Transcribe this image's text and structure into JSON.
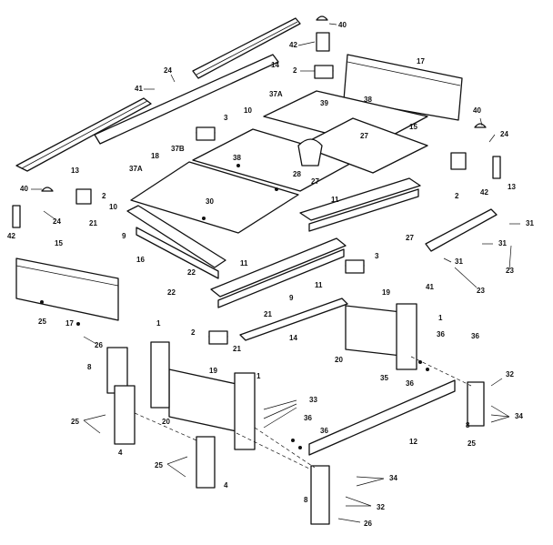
{
  "colors": {
    "line": "#111111",
    "background": "#ffffff"
  },
  "labels": {
    "l40a": "40",
    "l42a": "42",
    "l2a": "2",
    "l14a": "14",
    "l17a": "17",
    "l24a": "24",
    "l41a": "41",
    "l37a_top": "37A",
    "l38a": "38",
    "l3a": "3",
    "l10a": "10",
    "l39a": "39",
    "l27a": "27",
    "l15a": "15",
    "l40b": "40",
    "l24b": "24",
    "l13a": "13",
    "l37b": "37B",
    "l18a": "18",
    "l28a": "28",
    "l2b": "2",
    "l42b": "42",
    "l13b": "13",
    "l27b": "27",
    "l38b": "38",
    "l11a": "11",
    "l37a_left": "37A",
    "l10b": "10",
    "l40c": "40",
    "l2c": "2",
    "l24c": "24",
    "l42c": "42",
    "l30a": "30",
    "l9a": "9",
    "l27c": "27",
    "l31a": "31",
    "l31b": "31",
    "l31c": "31",
    "l23a": "23",
    "l23b": "23",
    "l21a": "21",
    "l15b": "15",
    "l16a": "16",
    "l22a": "22",
    "l22b": "22",
    "l11b": "11",
    "l11c": "11",
    "l3b": "3",
    "l41b": "41",
    "l9b": "9",
    "l25a": "25",
    "l17b": "17",
    "l26a": "26",
    "l21b": "21",
    "l2d": "2",
    "l14b": "14",
    "l21c": "21",
    "l19a": "19",
    "l1a": "1",
    "l36a": "36",
    "l20a": "20",
    "l36b": "36",
    "l35a": "35",
    "l36c": "36",
    "l32a": "32",
    "l8a": "8",
    "l1b": "1",
    "l19b": "19",
    "l1c": "1",
    "l33a": "33",
    "l25b": "25",
    "l20b": "20",
    "l4a": "4",
    "l36d": "36",
    "l36e": "36",
    "l12a": "12",
    "l8b": "8",
    "l34a": "34",
    "l25c": "25",
    "l25d": "25",
    "l4b": "4",
    "l34b": "34",
    "l32b": "32",
    "l8c": "8",
    "l26b": "26"
  }
}
